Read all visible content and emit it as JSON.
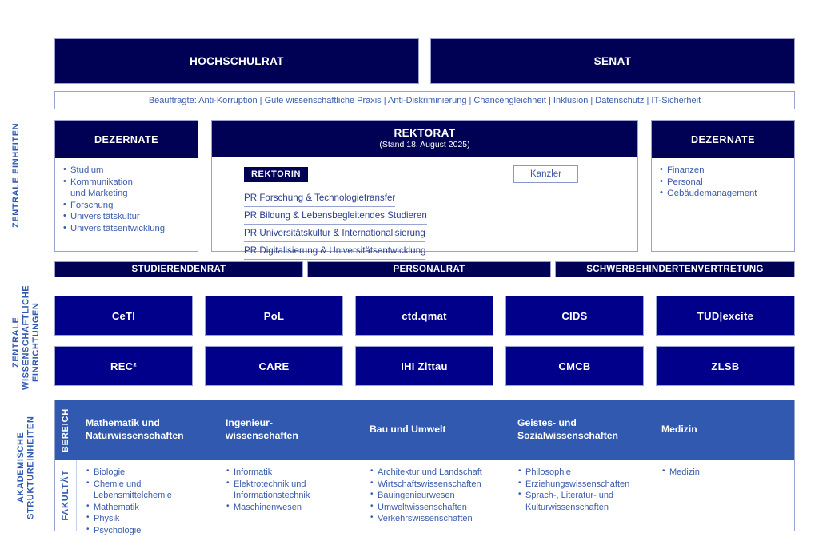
{
  "top_row": {
    "hochschulrat": "HOCHSCHULRAT",
    "senat": "SENAT"
  },
  "beauftragte": {
    "text": "Beauftragte: Anti-Korruption | Gute wissenschaftliche Praxis | Anti-Diskriminierung | Chancengleichheit | Inklusion | Datenschutz | IT-Sicherheit"
  },
  "dezernate_left": {
    "title": "DEZERNATE",
    "items": [
      {
        "text": "Studium",
        "cont": false
      },
      {
        "text": "Kommunikation",
        "cont": false
      },
      {
        "text": "und Marketing",
        "cont": true
      },
      {
        "text": "Forschung",
        "cont": false
      },
      {
        "text": "Universitätskultur",
        "cont": false
      },
      {
        "text": "Universitätsentwicklung",
        "cont": false
      }
    ]
  },
  "dezernate_right": {
    "title": "DEZERNATE",
    "items": [
      {
        "text": "Finanzen",
        "cont": false
      },
      {
        "text": "Personal",
        "cont": false
      },
      {
        "text": "Gebäudemanagement",
        "cont": false
      }
    ]
  },
  "rektorat": {
    "title": "REKTORAT",
    "subtitle": "(Stand 18. August 2025)",
    "rektorin_badge": "REKTORIN",
    "kanzler": "Kanzler",
    "prorektorate": [
      "PR Forschung & Technologietransfer",
      "PR Bildung & Lebensbegleitendes Studieren",
      "PR Universitätskultur & Internationalisierung",
      "PR Digitalisierung & Universitätsentwicklung"
    ]
  },
  "rat_row": {
    "studierendenrat": "STUDIERENDENRAT",
    "personalrat": "PERSONALRAT",
    "schwerbehindertenvertretung": "SCHWERBEHINDERTENVERTRETUNG"
  },
  "zwe": {
    "row1": [
      "CeTI",
      "PoL",
      "ctd.qmat",
      "CIDS",
      "TUD|excite"
    ],
    "row2": [
      "REC²",
      "CARE",
      "IHI Zittau",
      "CMCB",
      "ZLSB"
    ]
  },
  "academic": {
    "side_bereich": "BEREICH",
    "side_fakultaet": "FAKULTÄT",
    "columns": [
      {
        "head_line1": "Mathematik und",
        "head_line2": "Naturwissenschaften",
        "faculties": [
          {
            "text": "Biologie",
            "cont": false
          },
          {
            "text": "Chemie und",
            "cont": false
          },
          {
            "text": "Lebensmittelchemie",
            "cont": true
          },
          {
            "text": "Mathematik",
            "cont": false
          },
          {
            "text": "Physik",
            "cont": false
          },
          {
            "text": "Psychologie",
            "cont": false
          }
        ]
      },
      {
        "head_line1": "Ingenieur-",
        "head_line2": "wissenschaften",
        "faculties": [
          {
            "text": "Informatik",
            "cont": false
          },
          {
            "text": "Elektrotechnik und",
            "cont": false
          },
          {
            "text": "Informationstechnik",
            "cont": true
          },
          {
            "text": "Maschinenwesen",
            "cont": false
          }
        ]
      },
      {
        "head_line1": "Bau und Umwelt",
        "head_line2": "",
        "faculties": [
          {
            "text": "Architektur und Landschaft",
            "cont": false
          },
          {
            "text": "Wirtschaftswissenschaften",
            "cont": false
          },
          {
            "text": "Bauingenieurwesen",
            "cont": false
          },
          {
            "text": "Umweltwissenschaften",
            "cont": false
          },
          {
            "text": "Verkehrswissenschaften",
            "cont": false
          }
        ]
      },
      {
        "head_line1": "Geistes- und",
        "head_line2": "Sozialwissenschaften",
        "faculties": [
          {
            "text": "Philosophie",
            "cont": false
          },
          {
            "text": "Erziehungswissenschaften",
            "cont": false
          },
          {
            "text": "Sprach-, Literatur- und",
            "cont": false
          },
          {
            "text": "Kulturwissenschaften",
            "cont": true
          }
        ]
      },
      {
        "head_line1": "Medizin",
        "head_line2": "",
        "faculties": [
          {
            "text": "Medizin",
            "cont": false
          }
        ]
      }
    ]
  },
  "section_labels": {
    "zentrale_einheiten": "ZENTRALE EINHEITEN",
    "zentrale_wiss_einrichtungen": "ZENTRALE\nWISSENSCHAFTLICHE\nEINRICHTUNGEN",
    "akademische_struktureinheiten": "AKADEMISCHE\nSTRUKTUREINHEITEN"
  },
  "colors": {
    "navy": "#000055",
    "deep_blue": "#00008B",
    "royal_blue": "#3159B0",
    "body_text_blue": "#3b5bab",
    "border": "#9aa3d0",
    "white": "#ffffff"
  }
}
